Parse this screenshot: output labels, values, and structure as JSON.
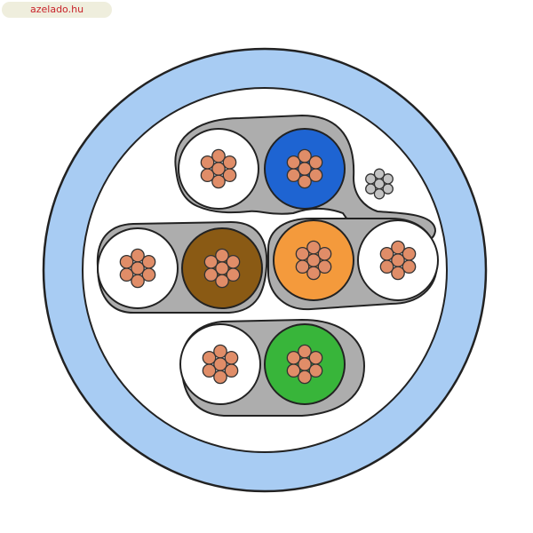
{
  "watermark": {
    "text": "azelado.hu"
  },
  "cable": {
    "jacket_color": "#a8ccf3",
    "filler_color": "#ffffff",
    "wrap_color": "#adadad",
    "strand_color": "#e08d68",
    "drain_strand_color": "#c3c3c3",
    "pairs": [
      {
        "name": "blue-pair",
        "conductors": [
          {
            "insulation": "#ffffff"
          },
          {
            "insulation": "#1e64d2"
          }
        ]
      },
      {
        "name": "brown-pair",
        "conductors": [
          {
            "insulation": "#ffffff"
          },
          {
            "insulation": "#8a5a14"
          }
        ]
      },
      {
        "name": "orange-pair",
        "conductors": [
          {
            "insulation": "#f49a3c"
          },
          {
            "insulation": "#ffffff"
          }
        ]
      },
      {
        "name": "green-pair",
        "conductors": [
          {
            "insulation": "#ffffff"
          },
          {
            "insulation": "#38b53a"
          }
        ]
      }
    ],
    "drain_wire": {
      "name": "drain-wire"
    }
  }
}
